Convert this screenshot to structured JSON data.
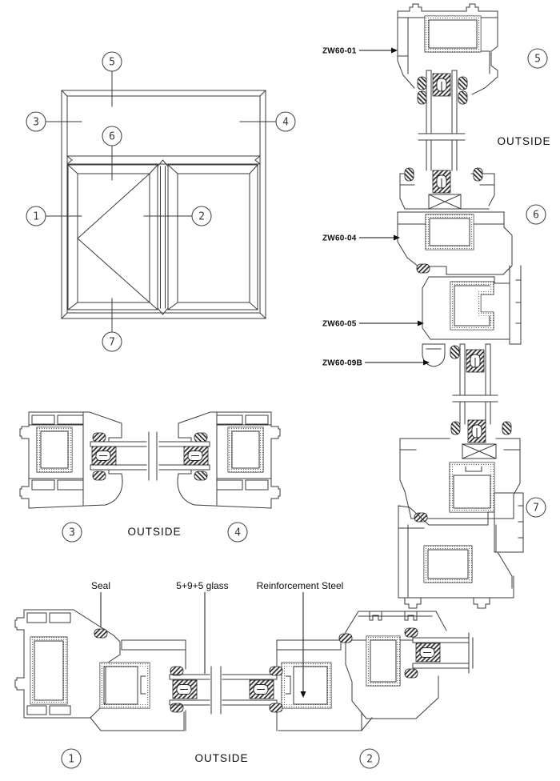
{
  "diagram": {
    "type": "window-profile-section-drawing",
    "callouts": {
      "c1": "1",
      "c2": "2",
      "c3": "3",
      "c4": "4",
      "c5": "5",
      "c6": "6",
      "c7": "7"
    },
    "profile_labels": {
      "zw60_01": "ZW60-01",
      "zw60_04": "ZW60-04",
      "zw60_05": "ZW60-05",
      "zw60_09b": "ZW60-09B"
    },
    "annotations": {
      "seal": "Seal",
      "glass": "5+9+5 glass",
      "reinforcement": "Reinforcement Steel"
    },
    "outside": {
      "right": "OUTSIDE",
      "middle": "OUTSIDE",
      "bottom": "OUTSIDE"
    },
    "colors": {
      "line": "#3b3b3b",
      "text": "#0d0d0d",
      "background": "#ffffff"
    }
  }
}
